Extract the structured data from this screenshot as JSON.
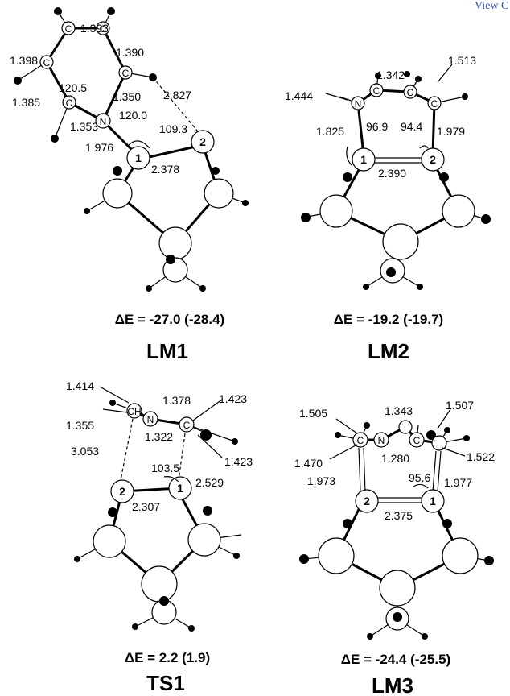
{
  "header_link": "View C",
  "panels": [
    {
      "id": "LM1",
      "energy": "ΔE = -27.0 (-28.4)",
      "name": "LM1",
      "atoms": {
        "C": "C",
        "N": "N",
        "m1": "1",
        "m2": "2"
      },
      "values": [
        "1.393",
        "1.398",
        "1.390",
        "120.5",
        "1.350",
        "2.827",
        "1.385",
        "120.0",
        "1.353",
        "109.3",
        "1.976",
        "2.378"
      ]
    },
    {
      "id": "LM2",
      "energy": "ΔE = -19.2 (-19.7)",
      "name": "LM2",
      "atoms": {
        "C": "C",
        "N": "N",
        "m1": "1",
        "m2": "2"
      },
      "values": [
        "1.513",
        "1.342",
        "1.444",
        "1.825",
        "96.9",
        "94.4",
        "1.979",
        "2.390"
      ]
    },
    {
      "id": "TS1",
      "energy": "ΔE = 2.2 (1.9)",
      "name": "TS1",
      "atoms": {
        "CH": "CH",
        "N": "N",
        "C": "C",
        "m1": "1",
        "m2": "2"
      },
      "values": [
        "1.414",
        "1.378",
        "1.423",
        "1.355",
        "1.322",
        "1.423",
        "3.053",
        "103.5",
        "2.529",
        "2.307"
      ]
    },
    {
      "id": "LM3",
      "energy": "ΔE = -24.4 (-25.5)",
      "name": "LM3",
      "atoms": {
        "C": "C",
        "N": "N",
        "m1": "1",
        "m2": "2"
      },
      "values": [
        "1.505",
        "1.343",
        "1.507",
        "1.470",
        "1.280",
        "1.522",
        "1.973",
        "95.6",
        "1.977",
        "2.375"
      ]
    }
  ]
}
